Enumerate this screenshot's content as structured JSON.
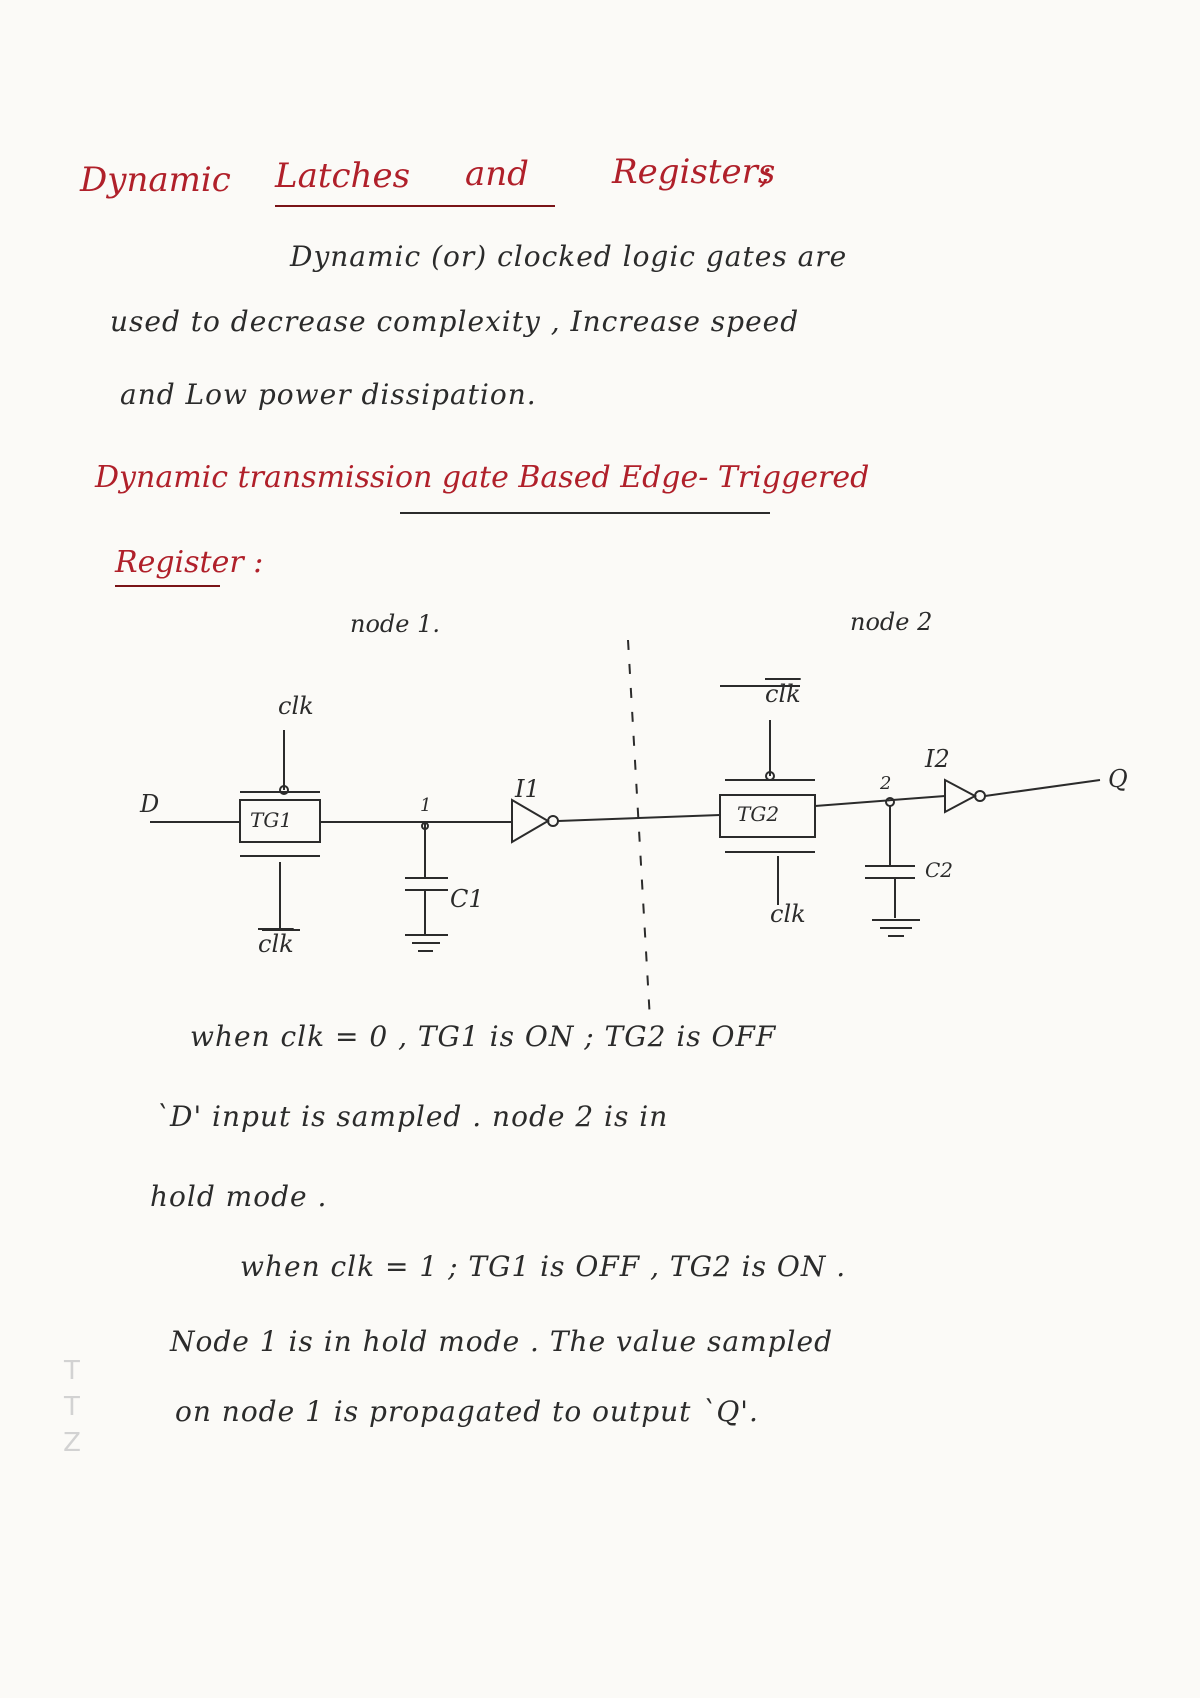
{
  "title": {
    "w1": "Dynamic",
    "w2": "Latches",
    "w3": "and",
    "w4": "Registers",
    "colon": ";"
  },
  "intro": {
    "line1": "Dynamic  (or)  clocked   logic  gates  are",
    "line2": "used   to   decrease   complexity ,   Increase   speed",
    "line3": "and   Low   power   dissipation."
  },
  "subtitle": {
    "line1": "Dynamic   transmission  gate   Based   Edge- Triggered",
    "line2": "Register :"
  },
  "circuit": {
    "node1_label": "node 1.",
    "node2_label": "node 2",
    "clk_top_left": "clk",
    "clk_bar_left": "clk",
    "clk_bar_right": "clk",
    "clk_bottom_right": "clk",
    "tg1": "TG1",
    "tg2": "TG2",
    "d_label": "D",
    "q_label": "Q",
    "i1": "I1",
    "i2": "I2",
    "c1": "C1",
    "c2": "C2",
    "node_mark_1": "1",
    "node_mark_2": "2"
  },
  "explain": {
    "p1_line1": "when   clk = 0 ,    TG1   is    ON    ;   TG2    is   OFF",
    "p1_line2": "`D'   input   is   sampled  .    node   2    is   in",
    "p1_line3": "hold   mode .",
    "p2_line1": "when   clk = 1  ;    TG1   is  OFF    , TG2   is   ON .",
    "p2_line2": "Node   1   is    in   hold   mode .    The    value    sampled",
    "p2_line3": "on    node    1    is   propagated   to   output  `Q'."
  },
  "watermark": [
    "T",
    "T",
    "Z"
  ]
}
